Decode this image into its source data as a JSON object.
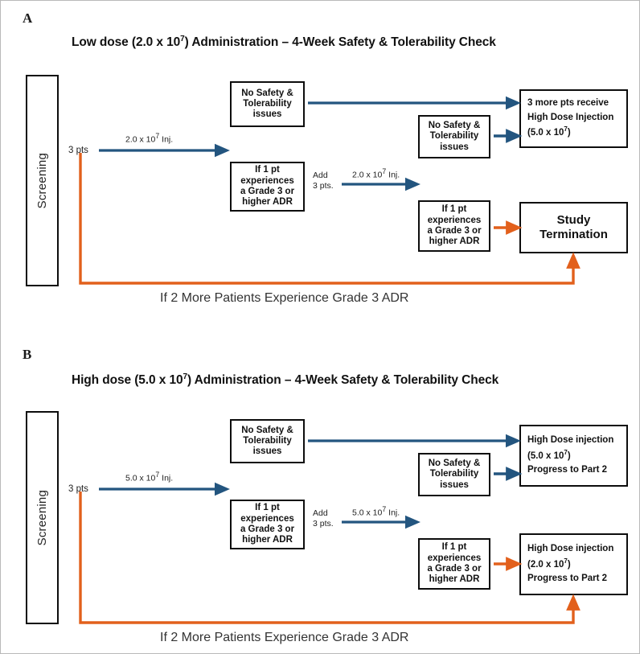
{
  "colors": {
    "blue_arrow": "#23557f",
    "orange_arrow": "#e2601c",
    "box_border": "#0d0d0d",
    "text": "#111111",
    "page_border": "#b9b9b9"
  },
  "panels": [
    {
      "letter": "A",
      "title_prefix": "Low dose (2.0 x 10",
      "title_exponent": "7",
      "title_suffix": ") Administration – 4-Week Safety & Tolerability Check",
      "screening_label": "Screening",
      "start_label": "3 pts",
      "inj_label_1_prefix": "2.0 x 10",
      "inj_label_1_exponent": "7",
      "inj_label_1_suffix": " Inj.",
      "inj_label_2_prefix": "2.0 x 10",
      "inj_label_2_exponent": "7",
      "inj_label_2_suffix": " Inj.",
      "add_label_line1": "Add",
      "add_label_line2": "3 pts.",
      "bottom_caption": "If 2 More Patients Experience Grade 3 ADR",
      "boxes": {
        "no_issues_top": [
          "No Safety &",
          "Tolerability",
          "issues"
        ],
        "no_issues_mid": [
          "No Safety &",
          "Tolerability",
          "issues"
        ],
        "adr_left": [
          "If 1 pt",
          "experiences",
          "a Grade 3 or",
          "higher ADR"
        ],
        "adr_right": [
          "If 1 pt",
          "experiences",
          "a Grade 3 or",
          "higher ADR"
        ],
        "outcome_top": {
          "line1": "3 more pts receive",
          "line2": "High Dose Injection",
          "line3_prefix": "(5.0 x 10",
          "line3_exponent": "7",
          "line3_suffix": ")"
        },
        "outcome_bottom": [
          "Study",
          "Termination"
        ]
      }
    },
    {
      "letter": "B",
      "title_prefix": "High dose (5.0 x 10",
      "title_exponent": "7",
      "title_suffix": ") Administration – 4-Week Safety & Tolerability Check",
      "screening_label": "Screening",
      "start_label": "3 pts",
      "inj_label_1_prefix": "5.0 x 10",
      "inj_label_1_exponent": "7",
      "inj_label_1_suffix": " Inj.",
      "inj_label_2_prefix": "5.0 x 10",
      "inj_label_2_exponent": "7",
      "inj_label_2_suffix": " Inj.",
      "add_label_line1": "Add",
      "add_label_line2": "3 pts.",
      "bottom_caption": "If 2 More Patients Experience Grade 3 ADR",
      "boxes": {
        "no_issues_top": [
          "No Safety &",
          "Tolerability",
          "issues"
        ],
        "no_issues_mid": [
          "No Safety &",
          "Tolerability",
          "issues"
        ],
        "adr_left": [
          "If 1 pt",
          "experiences",
          "a Grade 3 or",
          "higher ADR"
        ],
        "adr_right": [
          "If 1 pt",
          "experiences",
          "a Grade 3 or",
          "higher ADR"
        ],
        "outcome_top": {
          "line1": "High Dose injection",
          "line2_prefix": "(5.0 x 10",
          "line2_exponent": "7",
          "line2_suffix": ")",
          "line3": "Progress to Part 2"
        },
        "outcome_bottom": {
          "line1": "High Dose injection",
          "line2_prefix": "(2.0 x 10",
          "line2_exponent": "7",
          "line2_suffix": ")",
          "line3": "Progress to Part 2"
        }
      }
    }
  ]
}
